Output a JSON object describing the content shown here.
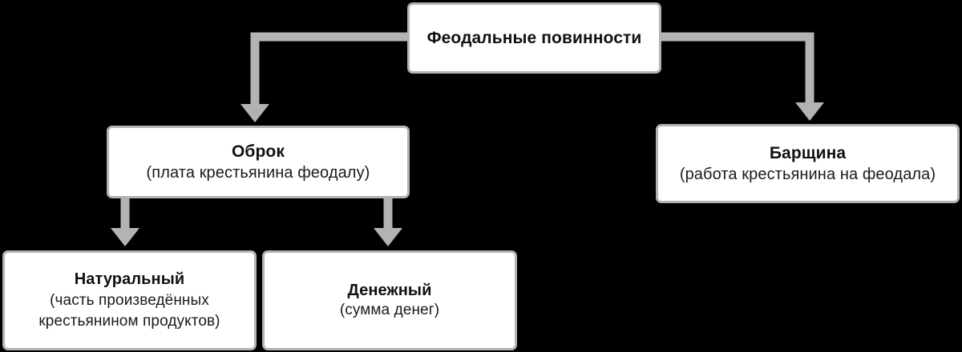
{
  "diagram": {
    "title": "Феодальные повинности",
    "background_color": "#000000",
    "box_fill_color": "#ffffff",
    "box_border_color": "#b3b3b3",
    "connector_color": "#b3b3b3",
    "text_color": "#111111",
    "nodes": [
      {
        "id": "root",
        "title": "Феодальные повинности",
        "subtitle": "",
        "level": 0
      },
      {
        "id": "obrok",
        "title": "Оброк",
        "subtitle": "(плата крестьянина феодалу)",
        "level": 1
      },
      {
        "id": "barshchina",
        "title": "Барщина",
        "subtitle": "(работа крестьянина на феодала)",
        "level": 1
      },
      {
        "id": "naturalny",
        "title": "Натуральный",
        "subtitle": "(часть произведённых\nкрестьянином продуктов)",
        "level": 2
      },
      {
        "id": "denezhny",
        "title": "Денежный",
        "subtitle": "(сумма денег)",
        "level": 2
      }
    ],
    "edges": [
      {
        "from": "root",
        "to": "obrok",
        "style": "elbow-left-down-arrow"
      },
      {
        "from": "root",
        "to": "barshchina",
        "style": "elbow-right-down-arrow"
      },
      {
        "from": "obrok",
        "to": "naturalny",
        "style": "straight-down-arrow"
      },
      {
        "from": "obrok",
        "to": "denezhny",
        "style": "straight-down-arrow"
      }
    ]
  }
}
